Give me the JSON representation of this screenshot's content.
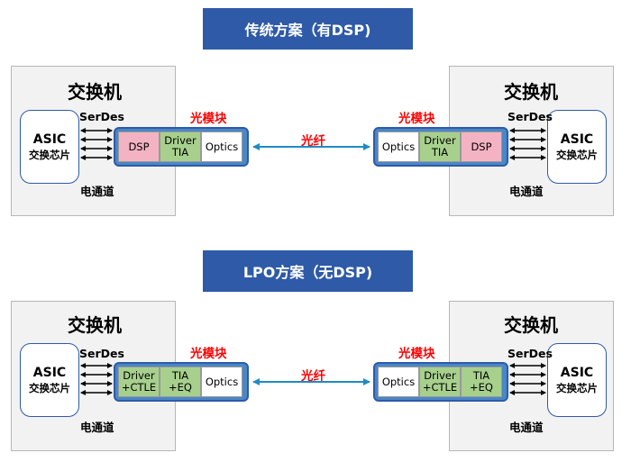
{
  "colors": {
    "banner": "#2e5aa8",
    "module_frame": "#4a87c6",
    "dsp_cell": "#f4b3c2",
    "driver_cell": "#a8d08d",
    "fiber_arrow": "#1f8bc4",
    "label_red": "#ff0000"
  },
  "top": {
    "title": "传统方案（有DSP)",
    "left": {
      "switch_title": "交换机",
      "asic_line1": "ASIC",
      "asic_line2": "交换芯片",
      "serdes": "SerDes",
      "channel": "电通道",
      "module_label": "光模块",
      "cells": [
        {
          "text": "DSP",
          "color": "pink"
        },
        {
          "text": "Driver\nTIA",
          "color": "green"
        },
        {
          "text": "Optics",
          "color": "white"
        }
      ]
    },
    "fiber": "光纤",
    "right": {
      "switch_title": "交换机",
      "asic_line1": "ASIC",
      "asic_line2": "交换芯片",
      "serdes": "SerDes",
      "channel": "电通道",
      "module_label": "光模块",
      "cells": [
        {
          "text": "Optics",
          "color": "white"
        },
        {
          "text": "Driver\nTIA",
          "color": "green"
        },
        {
          "text": "DSP",
          "color": "pink"
        }
      ]
    }
  },
  "bottom": {
    "title": "LPO方案（无DSP)",
    "left": {
      "switch_title": "交换机",
      "asic_line1": "ASIC",
      "asic_line2": "交换芯片",
      "serdes": "SerDes",
      "channel": "电通道",
      "module_label": "光模块",
      "cells": [
        {
          "text": "Driver\n+CTLE",
          "color": "green"
        },
        {
          "text": "TIA\n+EQ",
          "color": "green"
        },
        {
          "text": "Optics",
          "color": "white"
        }
      ]
    },
    "fiber": "光纤",
    "right": {
      "switch_title": "交换机",
      "asic_line1": "ASIC",
      "asic_line2": "交换芯片",
      "serdes": "SerDes",
      "channel": "电通道",
      "module_label": "光模块",
      "cells": [
        {
          "text": "Optics",
          "color": "white"
        },
        {
          "text": "Driver\n+CTLE",
          "color": "green"
        },
        {
          "text": "TIA\n+EQ",
          "color": "green"
        }
      ]
    }
  }
}
